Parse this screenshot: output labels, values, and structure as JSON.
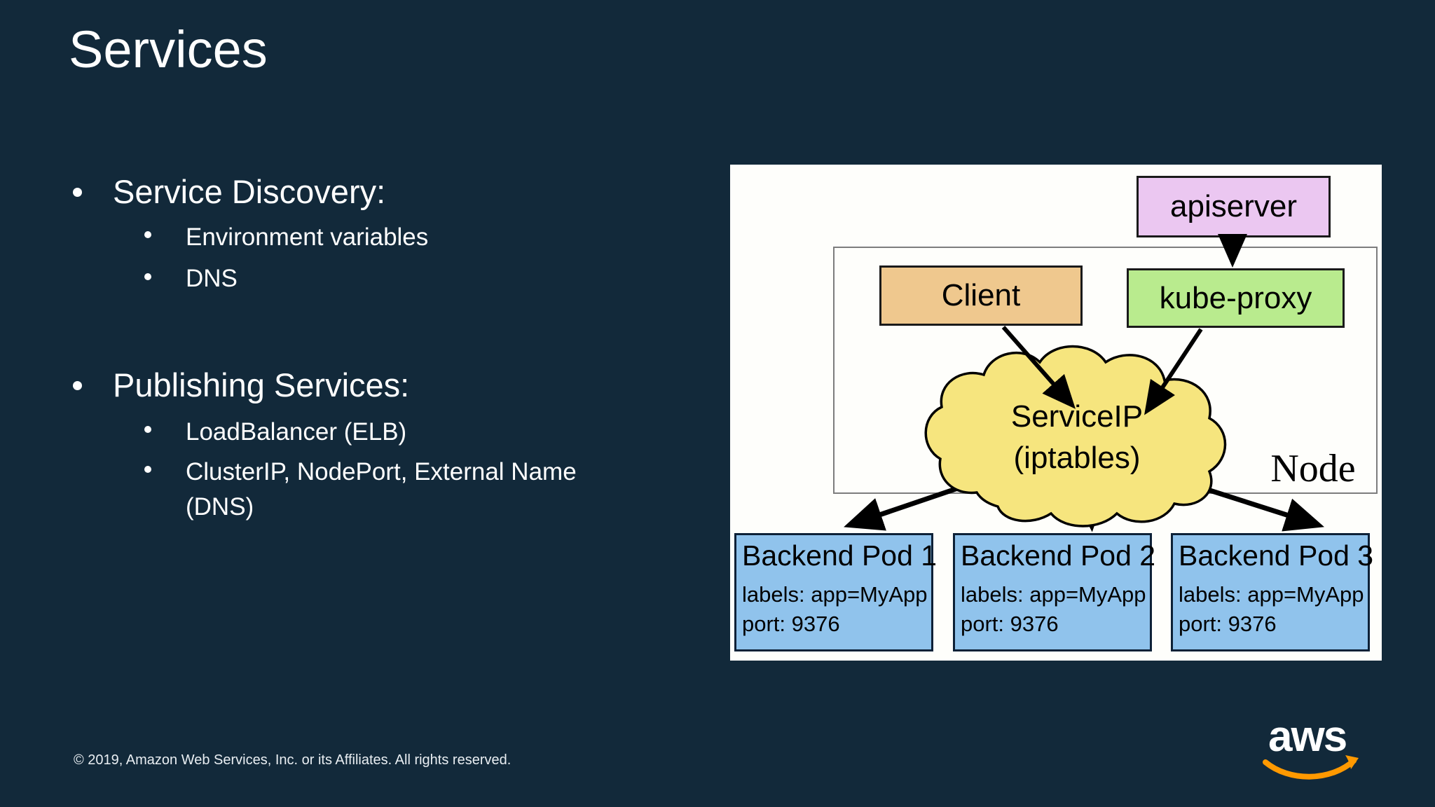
{
  "slide": {
    "title": "Services",
    "bullets": [
      {
        "label": "Service Discovery:",
        "sub": [
          "Environment variables",
          "DNS"
        ]
      },
      {
        "label": "Publishing Services:",
        "sub": [
          "LoadBalancer (ELB)",
          "ClusterIP, NodePort, External Name (DNS)"
        ]
      }
    ],
    "footer": "© 2019, Amazon Web Services, Inc. or its Affiliates. All rights reserved.",
    "logo_text": "aws"
  },
  "diagram": {
    "apiserver": {
      "label": "apiserver",
      "fill": "#ebc7f1"
    },
    "client": {
      "label": "Client",
      "fill": "#efc88e"
    },
    "kube_proxy": {
      "label": "kube-proxy",
      "fill": "#b9eb8e"
    },
    "service_ip": {
      "line1": "ServiceIP",
      "line2": "(iptables)",
      "fill": "#f6e57e"
    },
    "node": {
      "label": "Node"
    },
    "pods": [
      {
        "title": "Backend Pod 1",
        "labels": "labels: app=MyApp",
        "port": "port: 9376"
      },
      {
        "title": "Backend Pod 2",
        "labels": "labels: app=MyApp",
        "port": "port: 9376"
      },
      {
        "title": "Backend Pod 3",
        "labels": "labels: app=MyApp",
        "port": "port: 9376"
      }
    ],
    "pod_fill": "#90c3ec",
    "panel_fill": "#fefefb"
  },
  "colors": {
    "background": "#12293a",
    "text": "#ffffff",
    "aws_orange": "#ff9900",
    "arrow": "#000000"
  }
}
